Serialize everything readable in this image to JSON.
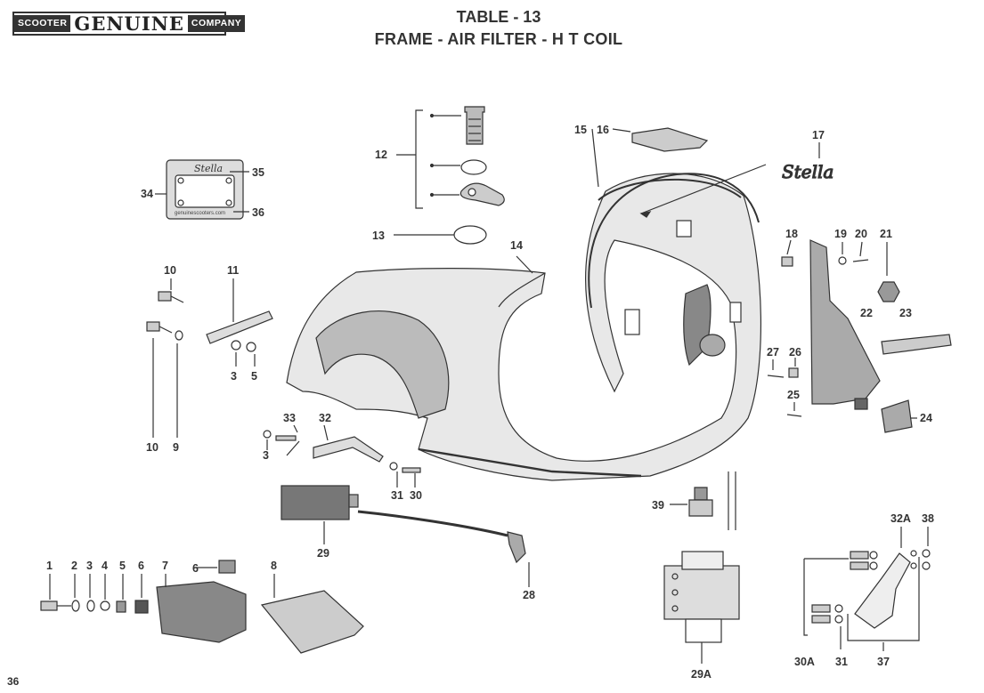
{
  "logo": {
    "left": "SCOOTER",
    "center": "GENUINE",
    "right": "COMPANY"
  },
  "title": {
    "line1": "TABLE - 13",
    "line2": "FRAME - AIR  FILTER - H T COIL"
  },
  "page_number": "36",
  "brand_script": "Stella",
  "badge_text": "genuinescooters.com",
  "callouts": [
    "1",
    "2",
    "3",
    "4",
    "5",
    "6",
    "7",
    "8",
    "9",
    "10",
    "11",
    "12",
    "13",
    "14",
    "15",
    "16",
    "17",
    "18",
    "19",
    "20",
    "21",
    "22",
    "23",
    "24",
    "25",
    "26",
    "27",
    "28",
    "29",
    "29A",
    "30",
    "30A",
    "31",
    "32",
    "32A",
    "33",
    "34",
    "35",
    "36",
    "37",
    "38",
    "39"
  ],
  "labels": {
    "c1": "1",
    "c2": "2",
    "c3a": "3",
    "c4": "4",
    "c5a": "5",
    "c6a": "6",
    "c6b": "6",
    "c7": "7",
    "c8": "8",
    "c9": "9",
    "c10a": "10",
    "c10b": "10",
    "c11": "11",
    "c12": "12",
    "c13": "13",
    "c14": "14",
    "c15": "15",
    "c16": "16",
    "c17": "17",
    "c18": "18",
    "c19": "19",
    "c20": "20",
    "c21": "21",
    "c22": "22",
    "c23": "23",
    "c24": "24",
    "c25": "25",
    "c26": "26",
    "c27": "27",
    "c28": "28",
    "c29": "29",
    "c29A": "29A",
    "c30": "30",
    "c30A": "30A",
    "c31a": "31",
    "c31b": "31",
    "c32": "32",
    "c32A": "32A",
    "c33": "33",
    "c34": "34",
    "c35": "35",
    "c36": "36",
    "c37": "37",
    "c38": "38",
    "c39": "39",
    "c3b": "3",
    "c3c": "3",
    "c5b": "5"
  },
  "colors": {
    "ink": "#333333",
    "shade": "#8a8a8a",
    "paper": "#ffffff"
  }
}
